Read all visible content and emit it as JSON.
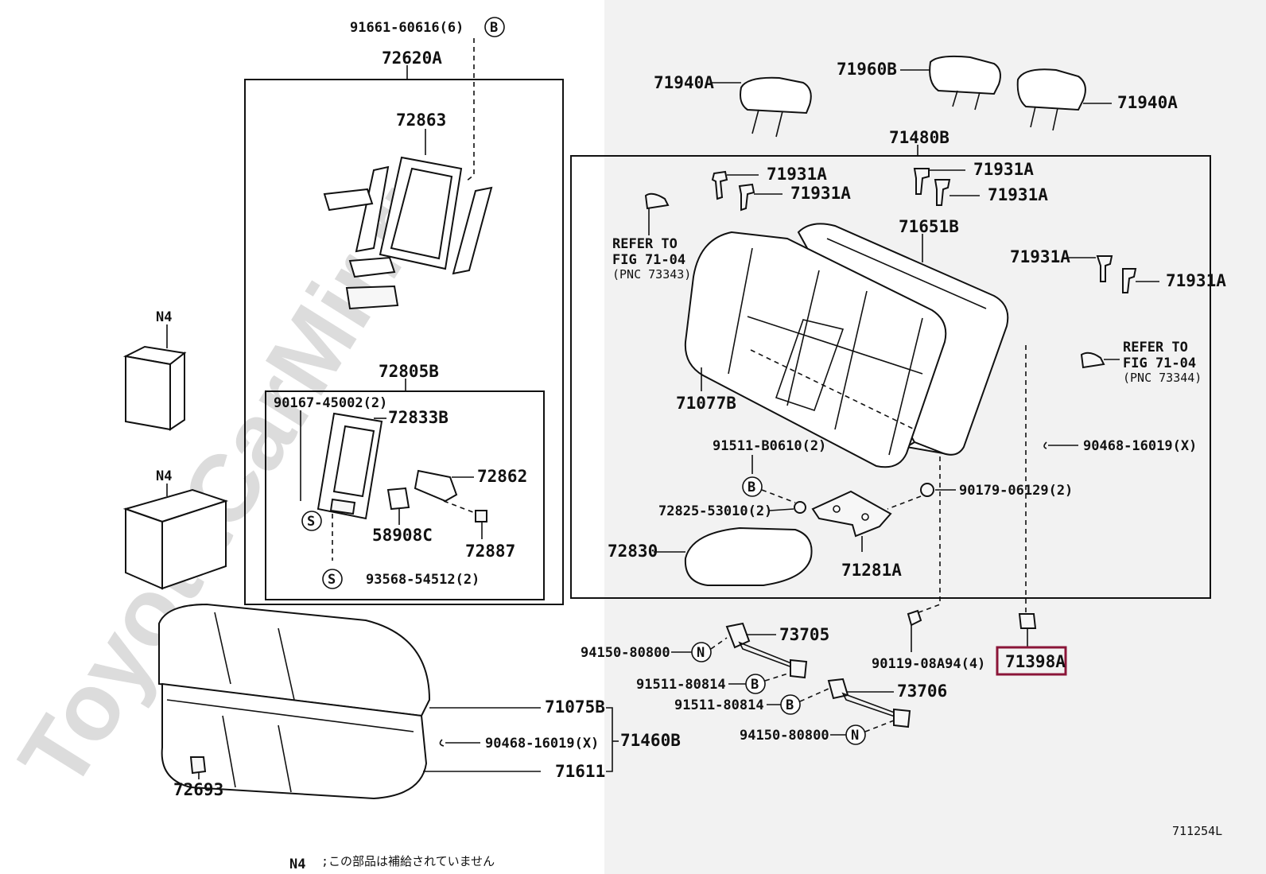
{
  "watermark": "ToyotaCarMir.ru",
  "diagram_code": "711254L",
  "footnote": {
    "key": "N4",
    "text": ";この部品は補給されていません"
  },
  "boxes": {
    "backrest": "72620A",
    "inner": "72805B",
    "seatback_assy": "71480B",
    "cushion_assy": "71460B"
  },
  "callouts": {
    "c1": "91661-60616(6)",
    "c2": "72620A",
    "c3": "72863",
    "c4": "72805B",
    "c5": "90167-45002(2)",
    "c6": "72833B",
    "c7": "72862",
    "c8": "58908C",
    "c9": "72887",
    "c10": "93568-54512(2)",
    "c11": "N4",
    "c12": "N4",
    "c13": "71075B",
    "c14": "90468-16019(X)",
    "c15": "71460B",
    "c16": "71611",
    "c17": "72693",
    "c18": "71940A",
    "c19": "71960B",
    "c20": "71940A",
    "c21": "71480B",
    "c22": "71931A",
    "c23": "71931A",
    "c24": "71931A",
    "c25": "71931A",
    "c26": "71651B",
    "c27": "71931A",
    "c28": "71931A",
    "c29": "71077B",
    "c30": "91511-B0610(2)",
    "c31": "90468-16019(X)",
    "c32": "90179-06129(2)",
    "c33": "72825-53010(2)",
    "c34": "72830",
    "c35": "71281A",
    "c36": "73705",
    "c37": "94150-80800",
    "c38": "91511-80814",
    "c39": "73706",
    "c40": "91511-80814",
    "c41": "94150-80800",
    "c42": "90119-08A94(4)",
    "c43": "71398A"
  },
  "refer_left": {
    "line1": "REFER TO",
    "line2": "FIG 71-04",
    "line3": "(PNC 73343)"
  },
  "refer_right": {
    "line1": "REFER TO",
    "line2": "FIG 71-04",
    "line3": "(PNC 73344)"
  },
  "markers": {
    "b": "B",
    "s": "S",
    "n": "N"
  },
  "highlight_color": "#8b1538"
}
